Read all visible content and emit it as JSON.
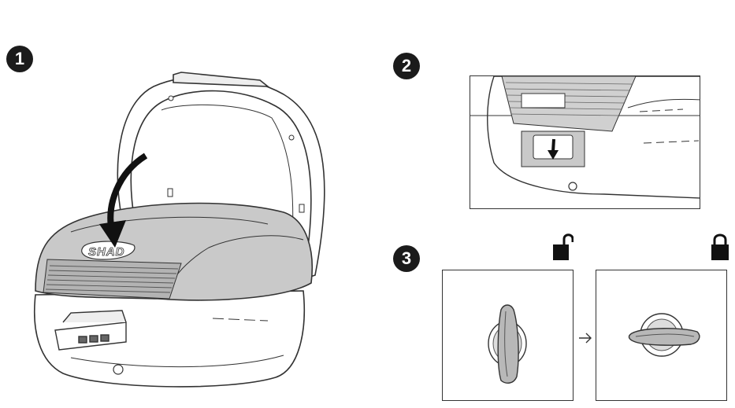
{
  "steps": {
    "step1": "1",
    "step2": "2",
    "step3": "3"
  },
  "brand": "SHAD",
  "icons": {
    "unlocked": "unlocked-padlock-icon",
    "locked": "locked-padlock-icon",
    "transition": "arrow-right-icon",
    "close_lid": "curved-arrow-down-icon",
    "press_button": "arrow-down-icon"
  },
  "colors": {
    "lid_shade": "#c9c9c9",
    "badge": "#1b1b1b",
    "outline": "#333333"
  }
}
